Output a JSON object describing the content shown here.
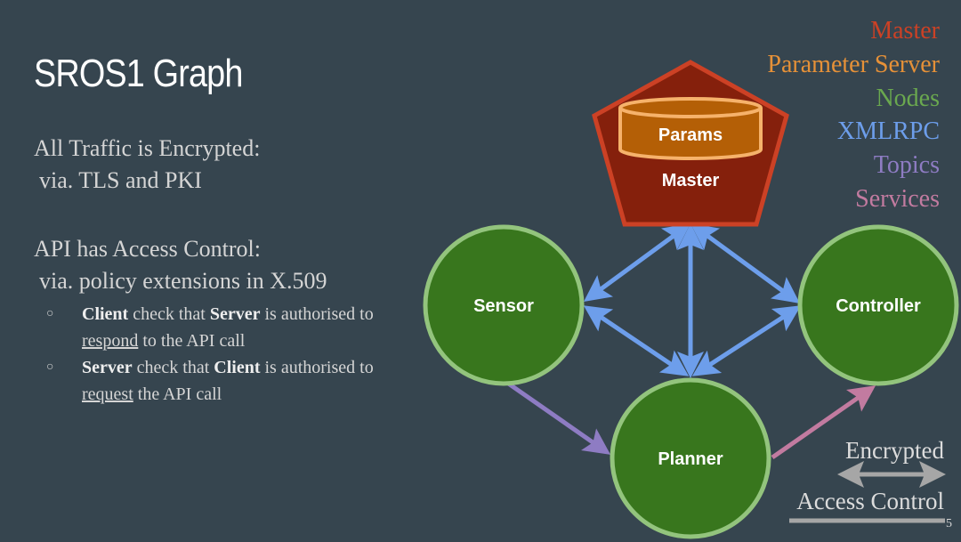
{
  "slide": {
    "title": "SROS1 Graph",
    "page_number": "5"
  },
  "content": {
    "para1_line1": "All Traffic is Encrypted:",
    "para1_line2": "via. TLS and PKI",
    "para2_line1": "API has Access Control:",
    "para2_line2": "via. policy extensions in X.509",
    "bullets": [
      {
        "marker": "○",
        "bold1": "Client",
        "text1": " check that ",
        "bold2": "Server",
        "text2": " is authorised to ",
        "underlined": "respond",
        "text3": " to the API call"
      },
      {
        "marker": "○",
        "bold1": "Server",
        "text1": " check that ",
        "bold2": "Client",
        "text2": " is authorised to ",
        "underlined": "request",
        "text3": " the API call"
      }
    ]
  },
  "legend": {
    "items": [
      {
        "label": "Master",
        "color": "#cc4125"
      },
      {
        "label": "Parameter Server",
        "color": "#e69138"
      },
      {
        "label": "Nodes",
        "color": "#6aa84f"
      },
      {
        "label": "XMLRPC",
        "color": "#6d9eeb"
      },
      {
        "label": "Topics",
        "color": "#8e7cc3"
      },
      {
        "label": "Services",
        "color": "#c27ba0"
      }
    ]
  },
  "diagram": {
    "master": {
      "label": "Master",
      "fill": "#85200c",
      "stroke": "#cc4125"
    },
    "params": {
      "label": "Params",
      "fill": "#b45f06",
      "stroke": "#f6b26b"
    },
    "nodes": [
      {
        "id": "sensor",
        "label": "Sensor"
      },
      {
        "id": "controller",
        "label": "Controller"
      },
      {
        "id": "planner",
        "label": "Planner"
      }
    ],
    "node_colors": {
      "fill": "#38761d",
      "stroke": "#93c47d"
    },
    "edges": [
      {
        "from": "master",
        "to": "sensor",
        "type": "XMLRPC",
        "bidirectional": true
      },
      {
        "from": "master",
        "to": "planner",
        "type": "XMLRPC",
        "bidirectional": true
      },
      {
        "from": "master",
        "to": "controller",
        "type": "XMLRPC",
        "bidirectional": true
      },
      {
        "from": "sensor",
        "to": "planner",
        "type": "XMLRPC",
        "bidirectional": true
      },
      {
        "from": "controller",
        "to": "planner",
        "type": "XMLRPC",
        "bidirectional": true
      },
      {
        "from": "sensor",
        "to": "planner",
        "type": "Topics",
        "bidirectional": false
      },
      {
        "from": "planner",
        "to": "controller",
        "type": "Services",
        "bidirectional": false
      }
    ],
    "edge_colors": {
      "XMLRPC": "#6d9eeb",
      "Topics": "#8e7cc3",
      "Services": "#c27ba0"
    }
  },
  "key": {
    "encrypted_label": "Encrypted",
    "access_control_label": "Access Control",
    "color": "#a6a6a6"
  }
}
